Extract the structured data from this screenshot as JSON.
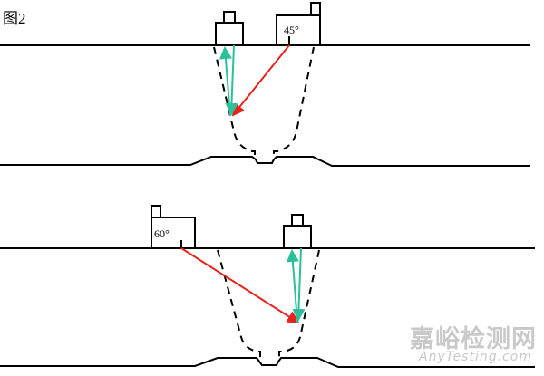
{
  "figure_label": "图2",
  "top_diagram": {
    "angle_probe_label": "45°"
  },
  "bottom_diagram": {
    "angle_probe_label": "60°"
  },
  "colors": {
    "refracted_beam": "#e8231f",
    "reflected_beam": "#2bbf9a",
    "outline": "#000000"
  },
  "watermark": {
    "chinese": "嘉峪检测网",
    "english": "AnyTesting.com"
  }
}
